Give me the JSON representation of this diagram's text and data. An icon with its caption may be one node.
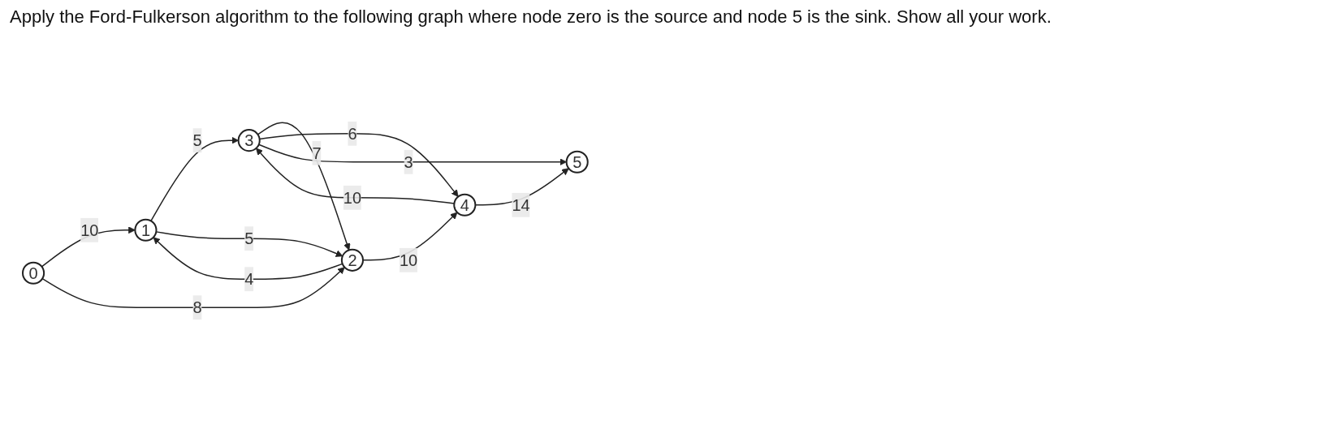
{
  "diagram": {
    "title": "Apply the Ford-Fulkerson algorithm to the following graph where node zero is the source and node 5 is the sink. Show all your work.",
    "nodes": [
      {
        "text": [
          "0"
        ]
      },
      {
        "text": [
          "1"
        ]
      },
      {
        "text": [
          "2"
        ]
      },
      {
        "text": [
          "3"
        ]
      },
      {
        "text": [
          "4"
        ]
      },
      {
        "text": [
          "5"
        ]
      }
    ],
    "edges": [
      {
        "from": 0,
        "to": 1,
        "arrow": "to",
        "label": "10"
      },
      {
        "from": 0,
        "to": 2,
        "arrow": "to",
        "label": "8"
      },
      {
        "from": 1,
        "to": 3,
        "arrow": "to",
        "label": "5"
      },
      {
        "from": 1,
        "to": 2,
        "arrow": "to",
        "label": "5"
      },
      {
        "from": 2,
        "to": 1,
        "arrow": "to",
        "label": "4"
      },
      {
        "from": 3,
        "to": 2,
        "arrow": "to",
        "label": "7"
      },
      {
        "from": 3,
        "to": 4,
        "arrow": "to",
        "label": "6"
      },
      {
        "from": 4,
        "to": 3,
        "arrow": "to",
        "label": "10"
      },
      {
        "from": 3,
        "to": 5,
        "arrow": "to",
        "label": "3"
      },
      {
        "from": 2,
        "to": 4,
        "arrow": "to",
        "label": "10"
      },
      {
        "from": 4,
        "to": 5,
        "arrow": "to",
        "label": "14"
      }
    ]
  }
}
